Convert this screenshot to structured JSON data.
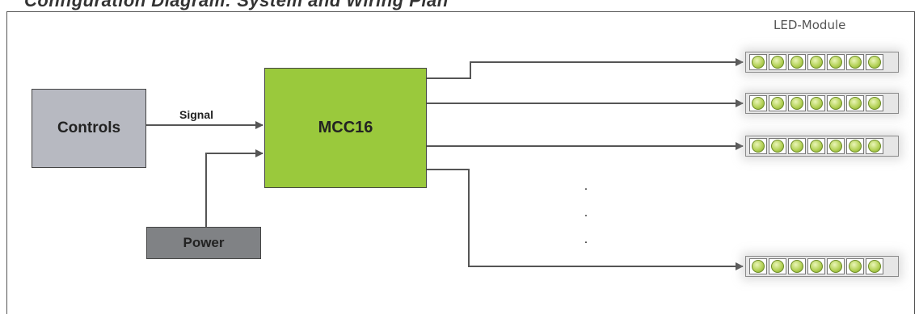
{
  "title": "Configuration Diagram: System and Wiring Plan",
  "nodes": {
    "controls": "Controls",
    "mcc": "MCC16",
    "power": "Power"
  },
  "edges": {
    "signal": "Signal"
  },
  "led_header": "LED-Module",
  "ellipsis": [
    ".",
    ".",
    "."
  ],
  "led_modules": [
    {
      "leds": 7
    },
    {
      "leds": 7
    },
    {
      "leds": 7
    },
    {
      "leds": 7
    }
  ],
  "colors": {
    "controls": "#b7b9c1",
    "mcc": "#9ac93c",
    "power": "#808285",
    "led": "#b6d35a"
  }
}
